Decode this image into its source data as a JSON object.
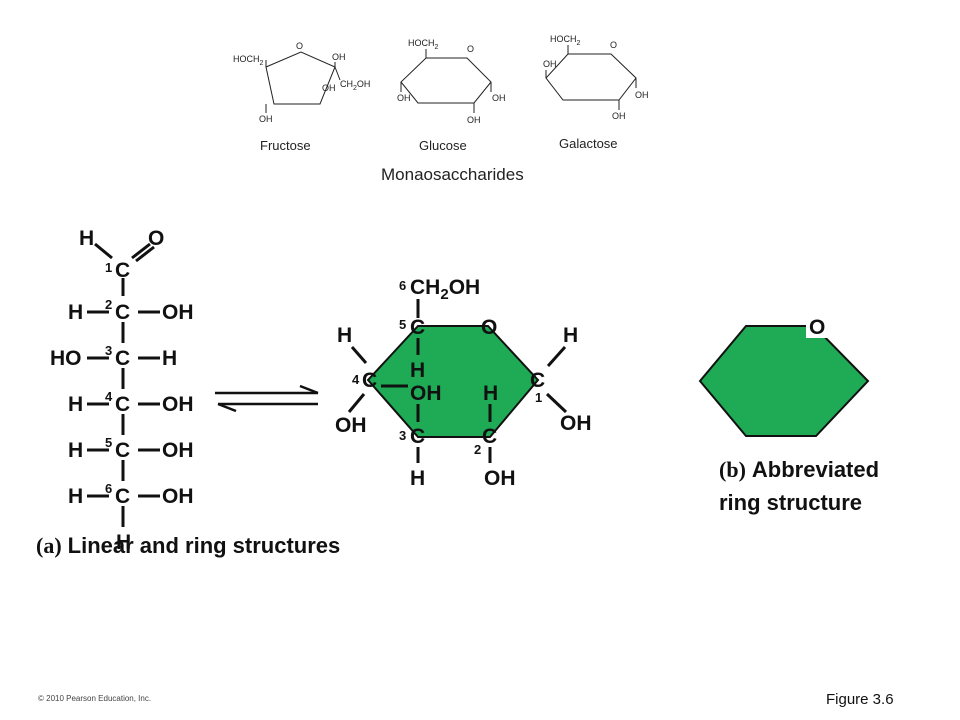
{
  "monosaccharides": {
    "title": "Monaosaccharides",
    "fructose": {
      "name": "Fructose",
      "hoch2": "HOCH",
      "hoch2_sub": "2",
      "o": "O",
      "oh_right": "OH",
      "oh_inner": "OH",
      "ch2oh_a": "CH",
      "ch2oh_sub": "2",
      "ch2oh_b": "OH",
      "oh_bottom": "OH"
    },
    "glucose": {
      "name": "Glucose",
      "hoch2": "HOCH",
      "hoch2_sub": "2",
      "o": "O",
      "oh_left": "OH",
      "oh_right": "OH",
      "oh_bottom": "OH"
    },
    "galactose": {
      "name": "Galactose",
      "hoch2": "HOCH",
      "hoch2_sub": "2",
      "o": "O",
      "oh_top": "OH",
      "oh_right": "OH",
      "oh_bottom": "OH"
    }
  },
  "linear": {
    "h_top": "H",
    "o_top": "O",
    "rows": [
      {
        "num": "1",
        "left": "",
        "right": ""
      },
      {
        "num": "2",
        "left": "H",
        "right": "OH"
      },
      {
        "num": "3",
        "left": "HO",
        "right": "H"
      },
      {
        "num": "4",
        "left": "H",
        "right": "OH"
      },
      {
        "num": "5",
        "left": "H",
        "right": "OH"
      },
      {
        "num": "6",
        "left": "H",
        "right": "OH"
      }
    ],
    "carbon": "C",
    "h_bottom": "H"
  },
  "ring": {
    "top_a": "CH",
    "top_sub": "2",
    "top_b": "OH",
    "num6": "6",
    "num5": "5",
    "num4": "4",
    "num3": "3",
    "num2": "2",
    "num1": "1",
    "carbon": "C",
    "o": "O",
    "h_c5_left": "H",
    "h_c1_right": "H",
    "h_c5_below": "H",
    "oh_c4_inner": "OH",
    "h_c3_inner": "H",
    "oh_c4_out": "OH",
    "oh_c1_out": "OH",
    "h_c3_bottom": "H",
    "oh_c2_bottom": "OH",
    "ring_color": "#1faa55"
  },
  "abbrev": {
    "o": "O",
    "ring_color": "#1faa55"
  },
  "labels": {
    "a_letter": "a",
    "a_text": "Linear and ring structures",
    "b_letter": "b",
    "b_text_line1": "Abbreviated",
    "b_text_line2": "ring structure"
  },
  "copyright": "© 2010 Pearson Education, Inc.",
  "figure_label": "Figure 3.6"
}
